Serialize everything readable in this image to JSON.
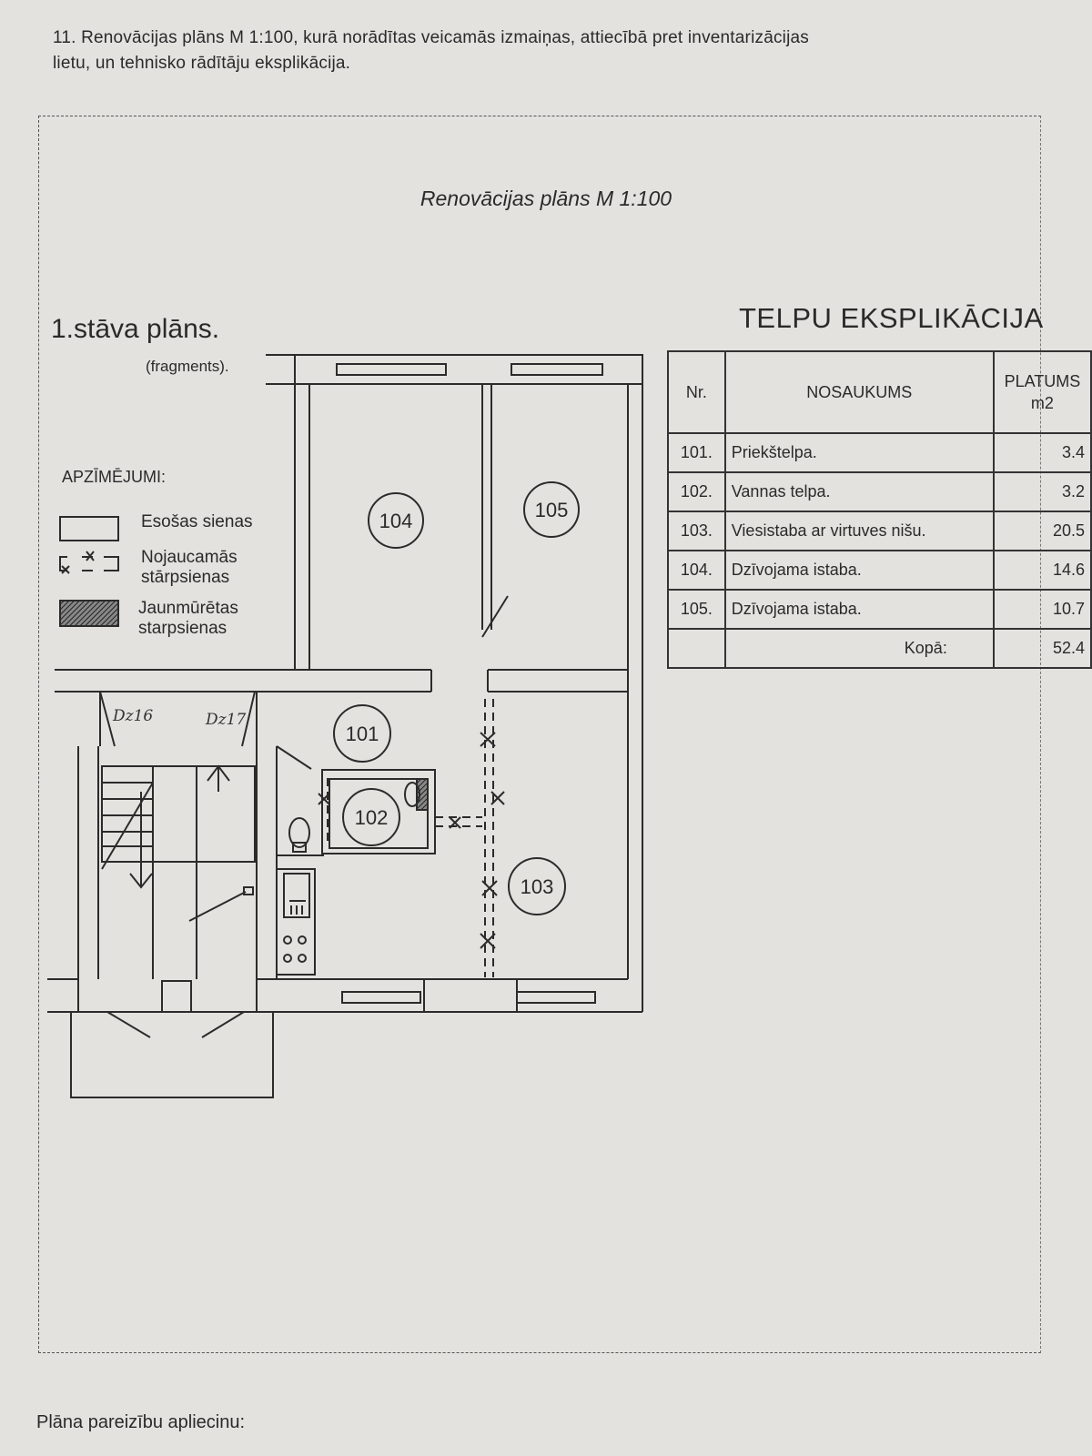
{
  "intro": {
    "line1": "11. Renovācijas plāns M 1:100, kurā norādītas veicamās izmaiņas, attiecībā pret inventarizācijas",
    "line2": "lietu, un tehnisko rādītāju eksplikācija."
  },
  "plan": {
    "title": "Renovācijas plāns M 1:100",
    "floor_title": "1.stāva plāns.",
    "fragments": "(fragments).",
    "rooms": [
      "104",
      "105",
      "101",
      "102",
      "103"
    ],
    "handwritten": [
      "Dz16",
      "Dz17"
    ]
  },
  "legend": {
    "title": "APZĪMĒJUMI:",
    "items": [
      {
        "label": "Esošas sienas",
        "icon": "existing-wall-icon"
      },
      {
        "label1": "Nojaucamās",
        "label2": "stārpsienas",
        "icon": "demolished-wall-icon"
      },
      {
        "label1": "Jaunmūrētas",
        "label2": "starpsienas",
        "icon": "new-wall-icon"
      }
    ]
  },
  "table": {
    "title": "TELPU EKSPLIKĀCIJA",
    "headers": {
      "nr": "Nr.",
      "name": "NOSAUKUMS",
      "area1": "PLATUMS",
      "area2": "m2"
    },
    "rows": [
      {
        "nr": "101.",
        "name": "Priekštelpa.",
        "area": "3.4"
      },
      {
        "nr": "102.",
        "name": "Vannas telpa.",
        "area": "3.2"
      },
      {
        "nr": "103.",
        "name": "Viesistaba ar virtuves nišu.",
        "area": "20.5"
      },
      {
        "nr": "104.",
        "name": "Dzīvojama istaba.",
        "area": "14.6"
      },
      {
        "nr": "105.",
        "name": "Dzīvojama istaba.",
        "area": "10.7"
      }
    ],
    "total_label": "Kopā:",
    "total": "52.4"
  },
  "footer": {
    "text": "Plāna pareizību apliecinu:"
  }
}
